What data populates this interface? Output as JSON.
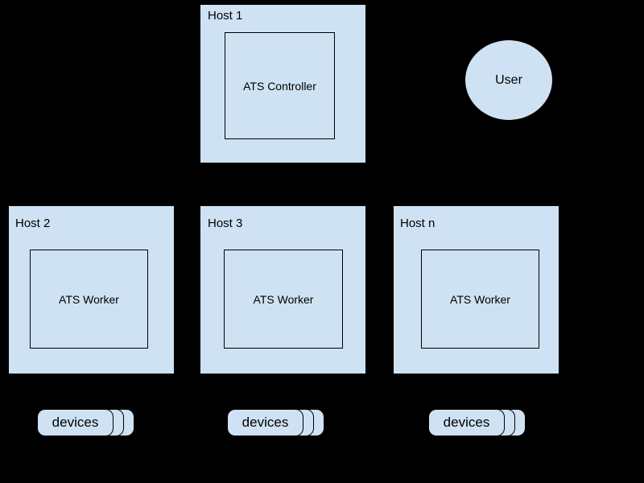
{
  "colors": {
    "background": "#000000",
    "node_fill": "#cfe2f3",
    "node_stroke": "#000000",
    "text": "#000000"
  },
  "nodes": {
    "host1": {
      "label": "Host 1",
      "child": "ATS Controller"
    },
    "user": {
      "label": "User"
    },
    "host2": {
      "label": "Host 2",
      "child": "ATS Worker"
    },
    "host3": {
      "label": "Host 3",
      "child": "ATS Worker"
    },
    "hostn": {
      "label": "Host n",
      "child": "ATS Worker"
    },
    "devices1": {
      "label": "devices"
    },
    "devices2": {
      "label": "devices"
    },
    "devices3": {
      "label": "devices"
    }
  }
}
